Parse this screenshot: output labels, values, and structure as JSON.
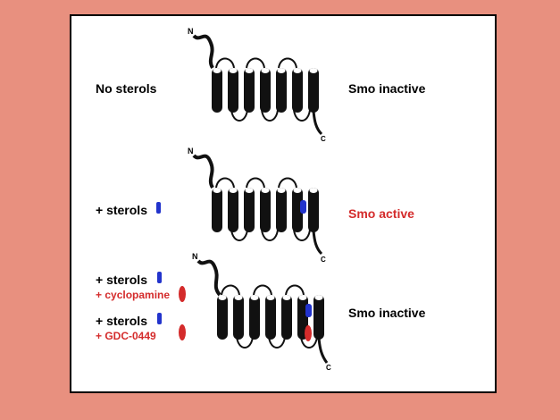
{
  "rows": [
    {
      "left_labels": [
        {
          "text": "No sterols",
          "style": "black"
        }
      ],
      "state": {
        "text": "Smo inactive",
        "style": "black"
      }
    },
    {
      "left_labels": [
        {
          "text": "+ sterols",
          "style": "black",
          "marker": "sterol"
        }
      ],
      "state": {
        "text": "Smo active",
        "style": "red"
      }
    },
    {
      "left_labels": [
        {
          "text": "+ sterols",
          "style": "black",
          "marker": "sterol"
        },
        {
          "text": "+ cyclopamine",
          "style": "red",
          "marker": "drug"
        },
        {
          "text": "+ sterols",
          "style": "black",
          "marker": "sterol"
        },
        {
          "text": "+ GDC-0449",
          "style": "red",
          "marker": "drug"
        }
      ],
      "state": {
        "text": "Smo inactive",
        "style": "black"
      }
    }
  ],
  "terminal_labels": {
    "n": "N",
    "c": "C"
  },
  "colors": {
    "background": "#E8907F",
    "panel": "#FFFFFF",
    "helix": "#111111",
    "sterol": "#2233CC",
    "drug": "#D42B2B",
    "red_text": "#D42B2B"
  },
  "icons": [
    "sterol-icon",
    "drug-icon",
    "transmembrane-helix-icon"
  ]
}
